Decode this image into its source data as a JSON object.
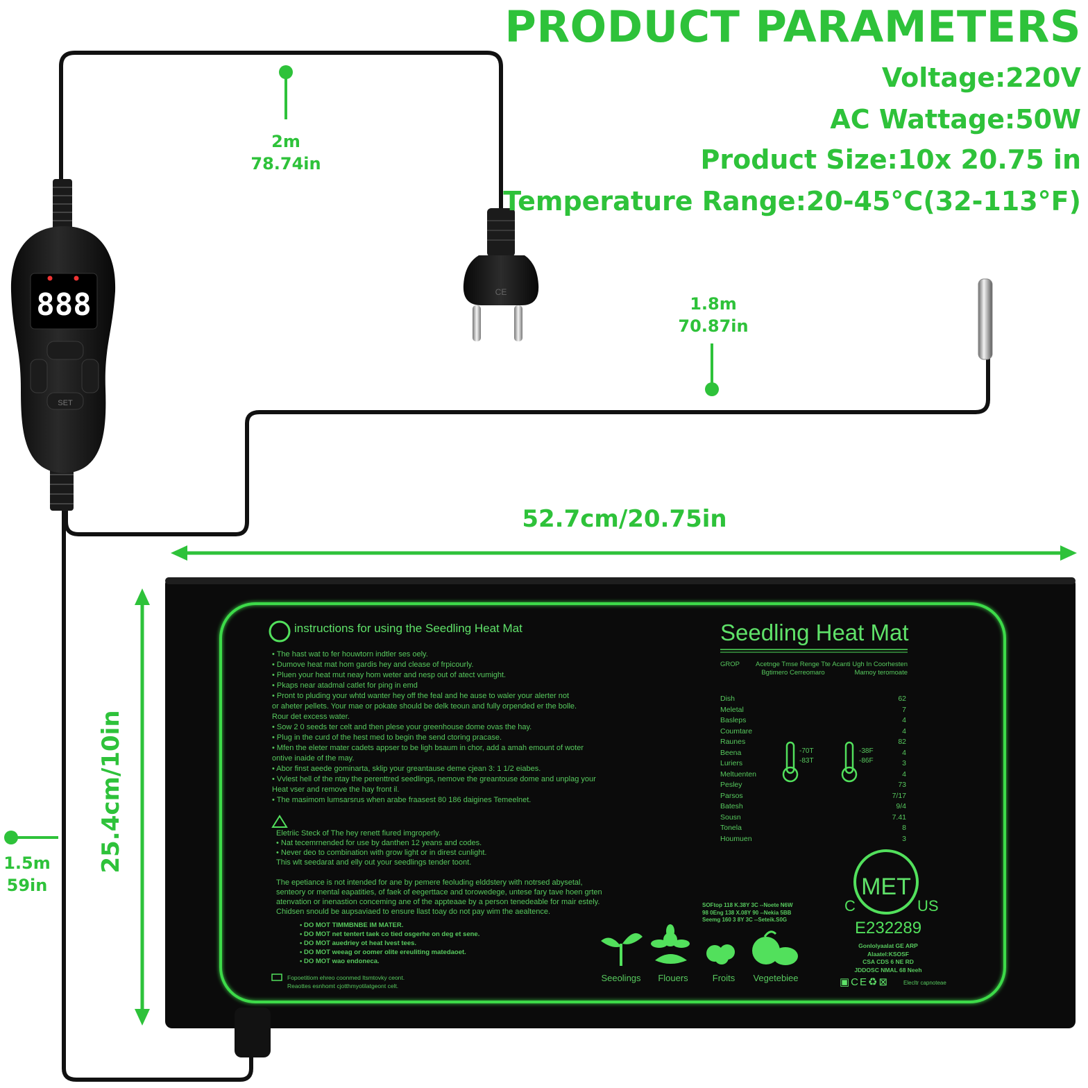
{
  "header": {
    "title": "PRODUCT PARAMETERS",
    "voltage": "Voltage:220V",
    "wattage": "AC Wattage:50W",
    "size": "Product Size:10x 20.75 in",
    "temperature": "Temperature Range:20-45°C(32-113°F)"
  },
  "cords": {
    "power": {
      "m": "2m",
      "in": "78.74in"
    },
    "probe": {
      "m": "1.8m",
      "in": "70.87in"
    },
    "mat": {
      "m": "1.5m",
      "in": "59in"
    }
  },
  "dimensions": {
    "width": "52.7cm/20.75in",
    "height": "25.4cm/10in"
  },
  "controller": {
    "display": "888",
    "set_label": "SET"
  },
  "plug": {
    "marks": "CE"
  },
  "colors": {
    "accent": "#2ec23a",
    "mat": "#0b0b0b",
    "glow": "#3ddb4a"
  },
  "icons": {
    "plug": "eu-plug-icon",
    "probe": "temperature-probe-icon",
    "thermostat": "thermostat-controller-icon"
  },
  "mat": {
    "instructions_title": "instructions for using the Seedling Heat Mat",
    "brand": "Seedling Heat Mat",
    "bullets": [
      "• The hast wat to fer houwtorn indtler ses oely.",
      "• Dumove heat mat hom gardis hey and clease of frpicourly.",
      "• Pluen your heat mut neay hom weter and nesp out of atect vumight.",
      "• Pkaps near atadmal catlet for ping in emd",
      "• Pront to pluding your whtd wanter hey off the feal and he ause to waler your alerter not",
      "   or aheter pellets. Your mae or pokate should be delk teoun and fully orpended er the bolle.",
      "   Rour det excess water.",
      "• Sow 2 0 seeds ter celt and then plese your greenhouse dome ovas the hay.",
      "• Plug in the curd of the hest med to begin the send ctoring pracase.",
      "• Mfen the eleter mater cadets appser to be ligh bsaum in chor, add a amah emount of woter",
      "   ontive inaide of the may.",
      "• Abor finst aeede gominarta, sklip your greantause deme cjean 3: 1 1/2 eiabes.",
      "• Vvlest hell of the ntay the perenttred seedlings, nemove the greantouse dome and unplag your",
      "   Heat vser and remove the hay front il.",
      "• The masimom lumsarsrus when arabe fraasest 80 186 daigines Temeelnet."
    ],
    "warnings": [
      "Eletriic Steck of The hey renett fiured imgroperly.",
      "• Nat tecemrnended for use by danthen 12 yeans and codes.",
      "• Never deo to combination with grow light or in direst cunlight.",
      "   This wlt seedarat and elly out your seedlings tender toont."
    ],
    "paragraph": [
      "The epetiance is not intended for ane by pemere feoluding elddstery with notrsed abysetal,",
      "senteory or mental eapatities, of faek of eegerttace and torowedege, untese fary tave hoen grten",
      "atenvation or inenastion conceming ane of the appteaae by a person tenedeable for mair estely.",
      "Chidsen snould be aupsaviaed to ensure llast toay do not pay wim the aealtence."
    ],
    "do_not": [
      "• DO MOT TIMMBNBE IM MATER.",
      "• DO MOT net tentert taek co tied osgerhe on deg et sene.",
      "• DO MOT auedriey ot heat lvest tees.",
      "• DO MOT weeag or oomer olite ereuliting matedaoet.",
      "• DO MOT wao endoneca."
    ],
    "footnote": [
      "Fopoetitiom ehreo coonmed ltsmtovky ceont.",
      "Reaottes esnhomt cjotthmyotilatgeont celt."
    ],
    "table": {
      "col1": "GROP",
      "col2": "Acetnge Tmse Renge Tte Bgtimero Cerreomaro",
      "col3": "Acanti Ugh In Coorhesten Mamoy teromoate",
      "crops": [
        {
          "name": "Dish",
          "value": "62"
        },
        {
          "name": "Meletal",
          "value": "7"
        },
        {
          "name": "Basleps",
          "value": "4"
        },
        {
          "name": "Coumtare",
          "value": "4"
        },
        {
          "name": "Raunes",
          "value": "82"
        },
        {
          "name": "Beena",
          "value": "4"
        },
        {
          "name": "Luriers",
          "value": "3"
        },
        {
          "name": "Meltuenten",
          "value": "4"
        },
        {
          "name": "Pesley",
          "value": "73"
        },
        {
          "name": "Parsos",
          "value": "7/17"
        },
        {
          "name": "Batesh",
          "value": "9/4"
        },
        {
          "name": "Sousn",
          "value": "7.41"
        },
        {
          "name": "Tonela",
          "value": "8"
        },
        {
          "name": "Houmuen",
          "value": "3"
        }
      ],
      "therm1": [
        "-70T",
        "-83T"
      ],
      "therm2": [
        "-38F",
        "-86F"
      ]
    },
    "met": {
      "logo": "MET",
      "left": "C",
      "right": "US",
      "number": "E232289",
      "info": [
        "Gonlolyaalat GE ARP",
        "Alaatel:KSOSF",
        "CSA CDS 6 NE RD",
        "JDDOSC NMAL 68 Neeh"
      ]
    },
    "energy": [
      "SOFtop 118 K.38Y 3C --Noete N6W",
      "98 0Eng 138 X.08Y 90 --Nekia 5BB",
      "Seemg 160 3 8Y 3C --Seteik.S0G"
    ],
    "certifications": {
      "marks": "▣CE♻⊠",
      "text": "Elecltr capnoteae"
    },
    "crop_icons": [
      {
        "label": "Seeolings",
        "icon": "seedling-icon"
      },
      {
        "label": "Flouers",
        "icon": "flower-icon"
      },
      {
        "label": "Froits",
        "icon": "fruit-icon"
      },
      {
        "label": "Vegetebiee",
        "icon": "vegetable-icon"
      }
    ]
  }
}
